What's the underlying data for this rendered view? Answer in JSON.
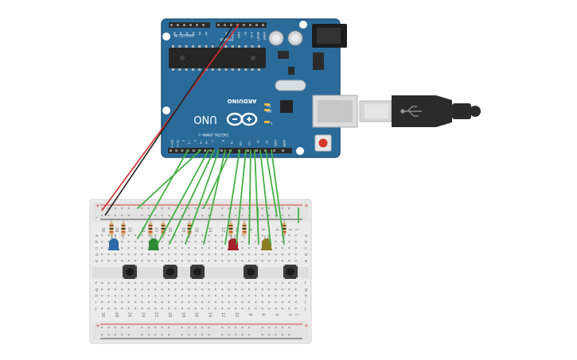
{
  "board": {
    "brand": "ARDUINO",
    "model": "UNO",
    "digital_label": "DIGITAL (PWM~)",
    "power_label": "POWER",
    "analog_label": "ANALOG IN",
    "power_pins": [
      "IOREF",
      "RESET",
      "3.3V",
      "5V",
      "GND",
      "GND",
      "Vin"
    ],
    "analog_pins": [
      "A0",
      "A1",
      "A2",
      "A3",
      "A4",
      "A5"
    ],
    "digital_pins": [
      "AREF",
      "GND",
      "13",
      "12",
      "~11",
      "~10",
      "~9",
      "8",
      "7",
      "~6",
      "~5",
      "4",
      "~3",
      "2",
      "TX→1",
      "RX←0"
    ],
    "led_labels": [
      "L",
      "TX",
      "RX"
    ],
    "colors": {
      "pcb": "#2a6b9a",
      "pcb_edge": "#1f5478",
      "header": "#2b2b2b",
      "reset": "#d33a2c"
    }
  },
  "breadboard": {
    "row_letters_top": [
      "a",
      "b",
      "c",
      "d",
      "e"
    ],
    "row_letters_bottom": [
      "f",
      "g",
      "h",
      "i",
      "j"
    ],
    "rail_plus": "+",
    "rail_minus": "-",
    "column_numbers": [
      "30",
      "29",
      "28",
      "27",
      "26",
      "25",
      "24",
      "23",
      "22",
      "21",
      "20",
      "19",
      "18",
      "17",
      "16",
      "15",
      "14",
      "13",
      "12",
      "11",
      "10",
      "9",
      "8",
      "7",
      "6",
      "5",
      "4",
      "3",
      "2",
      "1"
    ]
  },
  "components": {
    "leds": [
      {
        "name": "blue-led",
        "color": "#2b6aa6"
      },
      {
        "name": "green-led",
        "color": "#2f8a34"
      },
      {
        "name": "red-led",
        "color": "#a32228"
      },
      {
        "name": "yellow-led",
        "color": "#8c7a25"
      }
    ],
    "button_count": 5,
    "resistor_count": 8
  },
  "wires": {
    "signal_color": "#44b044",
    "power_color": "#d62a2a",
    "ground_color": "#222222"
  },
  "usb_cable": {
    "color": "#2b2b2b",
    "plug_color": "#d9d9d9"
  }
}
